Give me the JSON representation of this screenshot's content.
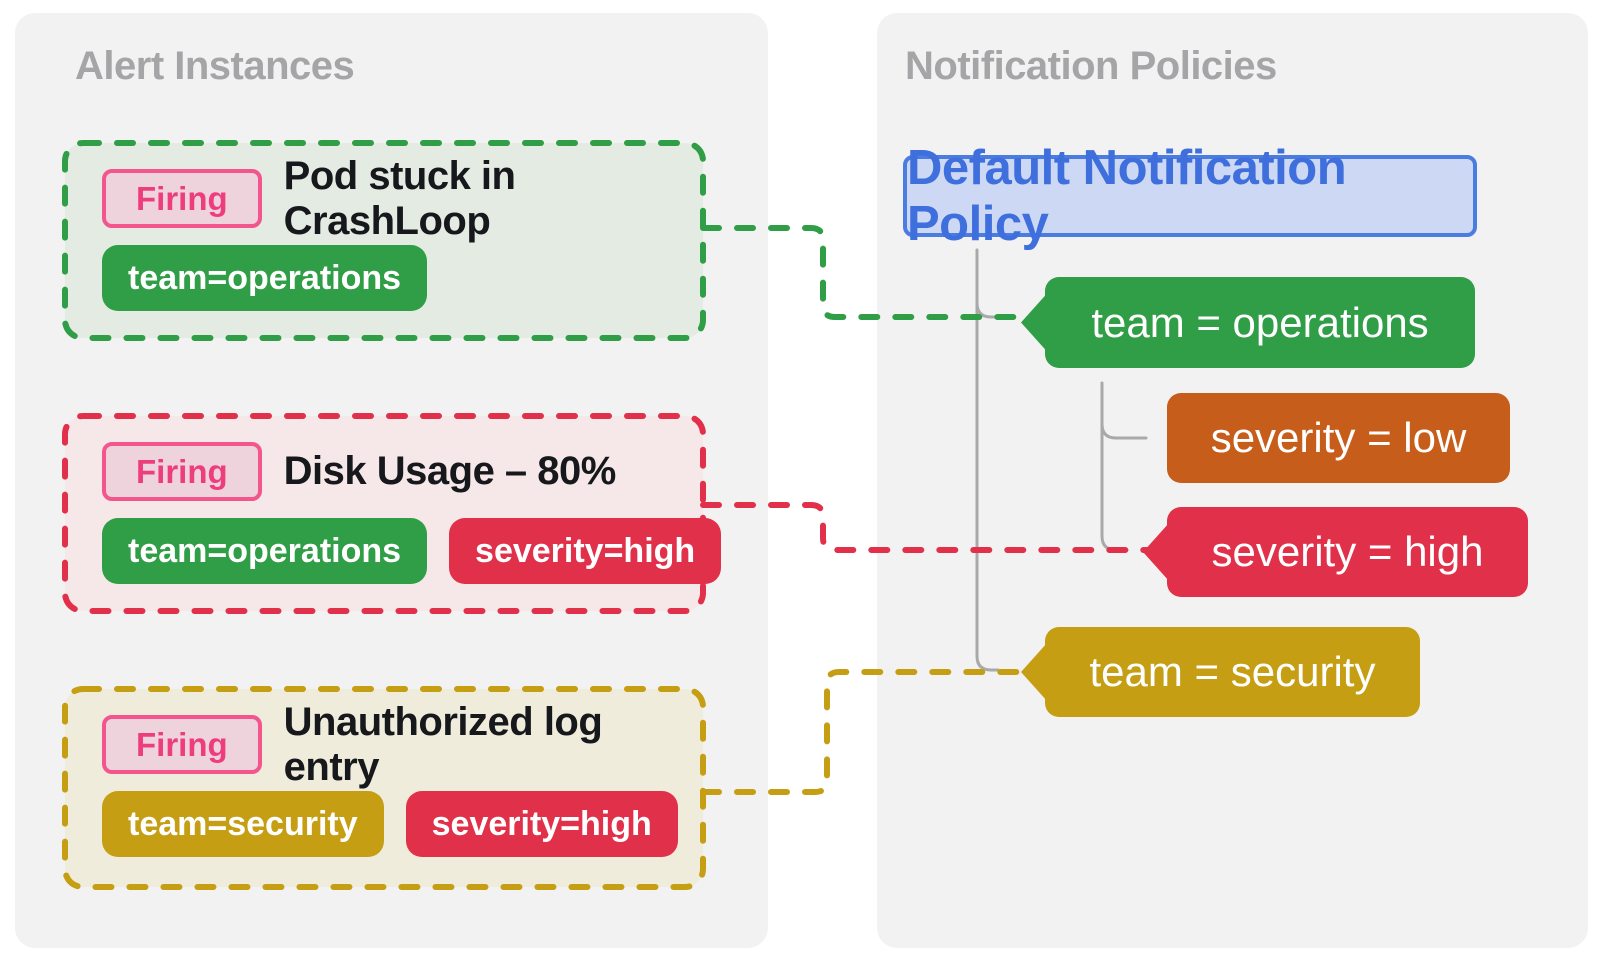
{
  "colors": {
    "green": "#2f9e46",
    "red": "#e1314a",
    "gold": "#c59e13",
    "orange": "#c65d1b",
    "blue_border": "#4b7ce0",
    "blue_text": "#3f6edd",
    "blue_bg": "#cdd9f4",
    "pink_border": "#f2568c",
    "pink_text": "#ee3d7d",
    "pink_bg": "#efd3dc",
    "card_green_bg": "#e3ebe3",
    "card_red_bg": "#f6e7e9",
    "card_gold_bg": "#f0ecdb",
    "panel_bg": "#f2f2f3",
    "title_gray": "#a5a5a7",
    "tree_gray": "#a9a9a9",
    "text_dark": "#16181c",
    "white": "#ffffff"
  },
  "left_panel": {
    "title": "Alert Instances",
    "alerts": [
      {
        "state": "Firing",
        "title": "Pod stuck in CrashLoop",
        "labels": [
          {
            "text": "team=operations",
            "color_key": "green"
          }
        ]
      },
      {
        "state": "Firing",
        "title": "Disk Usage – 80%",
        "labels": [
          {
            "text": "team=operations",
            "color_key": "green"
          },
          {
            "text": "severity=high",
            "color_key": "red"
          }
        ]
      },
      {
        "state": "Firing",
        "title": "Unauthorized log entry",
        "labels": [
          {
            "text": "team=security",
            "color_key": "gold"
          },
          {
            "text": "severity=high",
            "color_key": "red"
          }
        ]
      }
    ]
  },
  "right_panel": {
    "title": "Notification Policies",
    "default_policy": "Default Notification Policy",
    "routes": [
      {
        "matcher": "team = operations",
        "color_key": "green"
      },
      {
        "matcher": "severity = low",
        "color_key": "orange"
      },
      {
        "matcher": "severity = high",
        "color_key": "red"
      },
      {
        "matcher": "team = security",
        "color_key": "gold"
      }
    ]
  }
}
